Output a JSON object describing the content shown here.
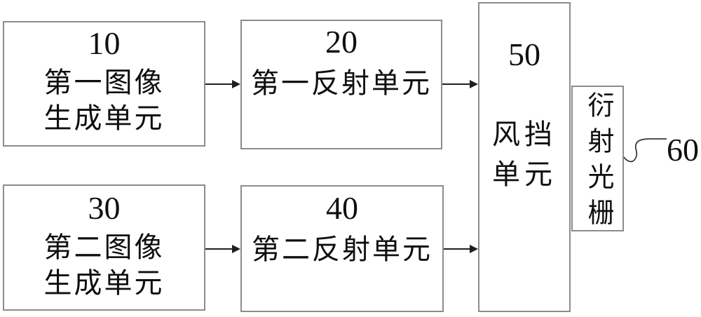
{
  "figure": {
    "colors": {
      "background": "#ffffff",
      "box_border": "#8c8c8c",
      "connector_line": "#1f1f1f",
      "leader_line": "#3a3a3a",
      "text": "#0f0f0f"
    }
  },
  "blocks": {
    "b10": {
      "number": "10",
      "line1": "第一图像",
      "line2": "生成单元"
    },
    "b20": {
      "number": "20",
      "line1": "第一反射单元"
    },
    "b30": {
      "number": "30",
      "line1": "第二图像",
      "line2": "生成单元"
    },
    "b40": {
      "number": "40",
      "line1": "第二反射单元"
    },
    "b50": {
      "number": "50",
      "line1": "风挡",
      "line2": "单元"
    },
    "grating": {
      "text": "衍射光栅",
      "ref_label": "60"
    }
  }
}
